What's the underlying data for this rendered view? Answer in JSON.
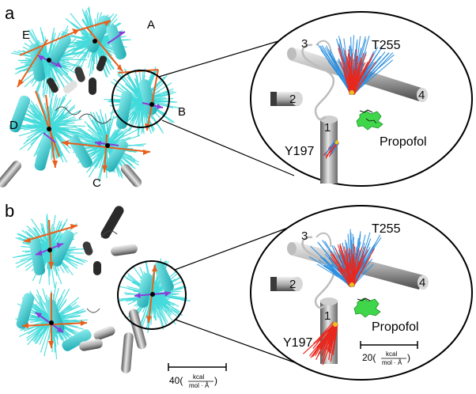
{
  "panels": [
    {
      "label": "a",
      "subunits": [
        "A",
        "B",
        "C",
        "D",
        "E"
      ],
      "inset": {
        "helices": [
          "1",
          "2",
          "3",
          "4"
        ],
        "residues": [
          "T255",
          "Y197"
        ],
        "ligand": "Propofol"
      }
    },
    {
      "label": "b",
      "scale": {
        "prefix": "40(",
        "numerator": "kcal",
        "denominator": "mol · Å",
        "suffix": ")"
      },
      "inset": {
        "helices": [
          "1",
          "2",
          "3",
          "4"
        ],
        "residues": [
          "T255",
          "Y197"
        ],
        "ligand": "Propofol",
        "scale": {
          "prefix": "20(",
          "numerator": "kcal",
          "denominator": "mol · Å",
          "suffix": ")"
        }
      }
    }
  ],
  "colors": {
    "helix_fill": "#43dada",
    "helix_gray": "#cfcfcf",
    "vector_orange": "#e8601c",
    "vector_purple": "#8a3fd8",
    "blue_vectors": "#2a8fe0",
    "red_vectors": "#e8281e",
    "propofol_green": "#3fd64a"
  }
}
